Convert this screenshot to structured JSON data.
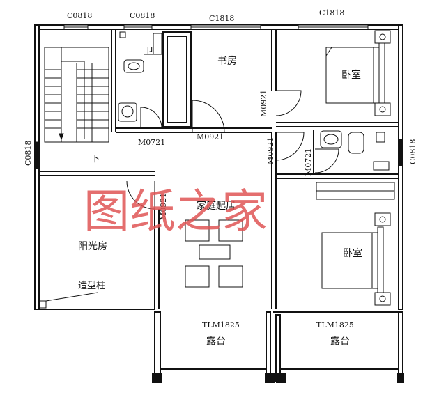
{
  "rooms": {
    "toilet": "卫",
    "study": "书房",
    "bedroom_top": "卧室",
    "bedroom_bottom": "卧室",
    "family_living": "家庭起居",
    "sunroom": "阳光房",
    "terrace_left": "露台",
    "terrace_right": "露台"
  },
  "stair_label": "下",
  "feature_column": "造型柱",
  "window_codes": {
    "top_left": "C0818",
    "top_toilet": "C0818",
    "top_study": "C1818",
    "top_bedroom": "C1818",
    "left_wall": "C0818",
    "right_wall": "C0818"
  },
  "door_codes": {
    "toilet_door": "M0721",
    "study_door": "M0921",
    "bedroom_top_door": "M0921",
    "bedroom_bottom_door": "M0921",
    "bath_door": "M0721",
    "sunroom_door": "M0921",
    "terrace_left_door": "TLM1825",
    "terrace_right_door": "TLM1825"
  },
  "watermark": "图纸之家",
  "colors": {
    "line": "#111111",
    "wall": "#1a1a1a",
    "watermark": "#e05555"
  }
}
